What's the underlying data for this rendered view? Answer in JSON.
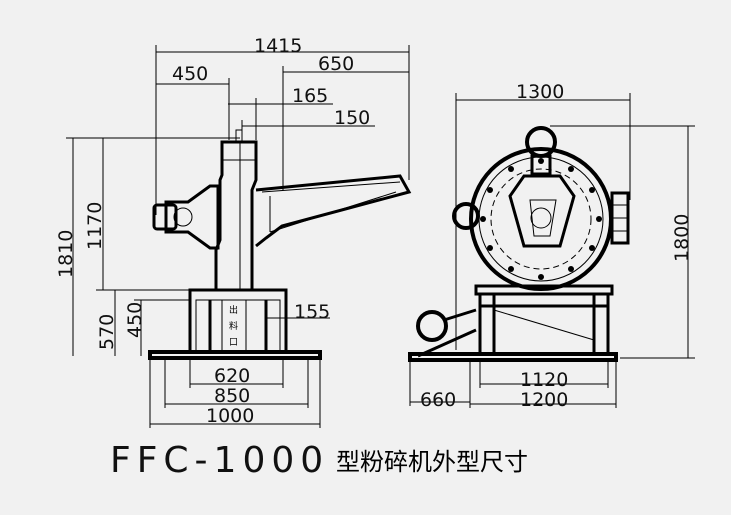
{
  "title": {
    "model": "FFC-1000",
    "description": "型粉碎机外型尺寸"
  },
  "side_view": {
    "dimensions_top": {
      "overall_width": "1415",
      "hopper_offset": "450",
      "arm_length": "650",
      "offset_165": "165",
      "offset_150": "150"
    },
    "dimensions_left": {
      "overall_height": "1810",
      "body_height": "1170",
      "base_height": "570",
      "stand_height": "450"
    },
    "dimensions_bottom": {
      "width_620": "620",
      "width_850": "850",
      "width_1000": "1000"
    },
    "dimension_right_155": "155",
    "outlet_label_chars": [
      "出",
      "料",
      "口"
    ]
  },
  "front_view": {
    "dimensions_top": {
      "overall_width": "1300"
    },
    "dimensions_right": {
      "overall_height": "1800"
    },
    "dimensions_bottom": {
      "width_660": "660",
      "width_1120": "1120",
      "width_1200": "1200"
    }
  }
}
